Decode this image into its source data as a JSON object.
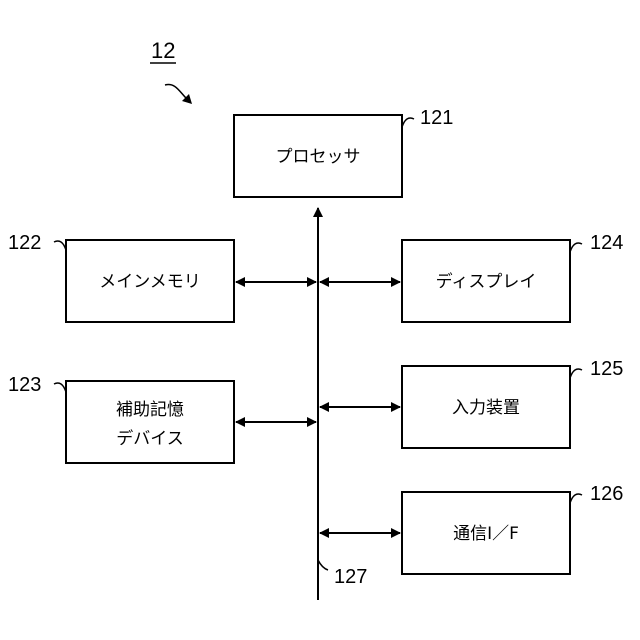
{
  "figure_ref": "12",
  "blocks": {
    "processor": {
      "label": "プロセッサ",
      "ref": "121"
    },
    "main_memory": {
      "label": "メインメモリ",
      "ref": "122"
    },
    "aux_storage": {
      "label_line1": "補助記憶",
      "label_line2": "デバイス",
      "ref": "123"
    },
    "display": {
      "label": "ディスプレイ",
      "ref": "124"
    },
    "input_device": {
      "label": "入力装置",
      "ref": "125"
    },
    "comm_if": {
      "label": "通信I／F",
      "ref": "126"
    }
  },
  "bus": {
    "ref": "127"
  }
}
